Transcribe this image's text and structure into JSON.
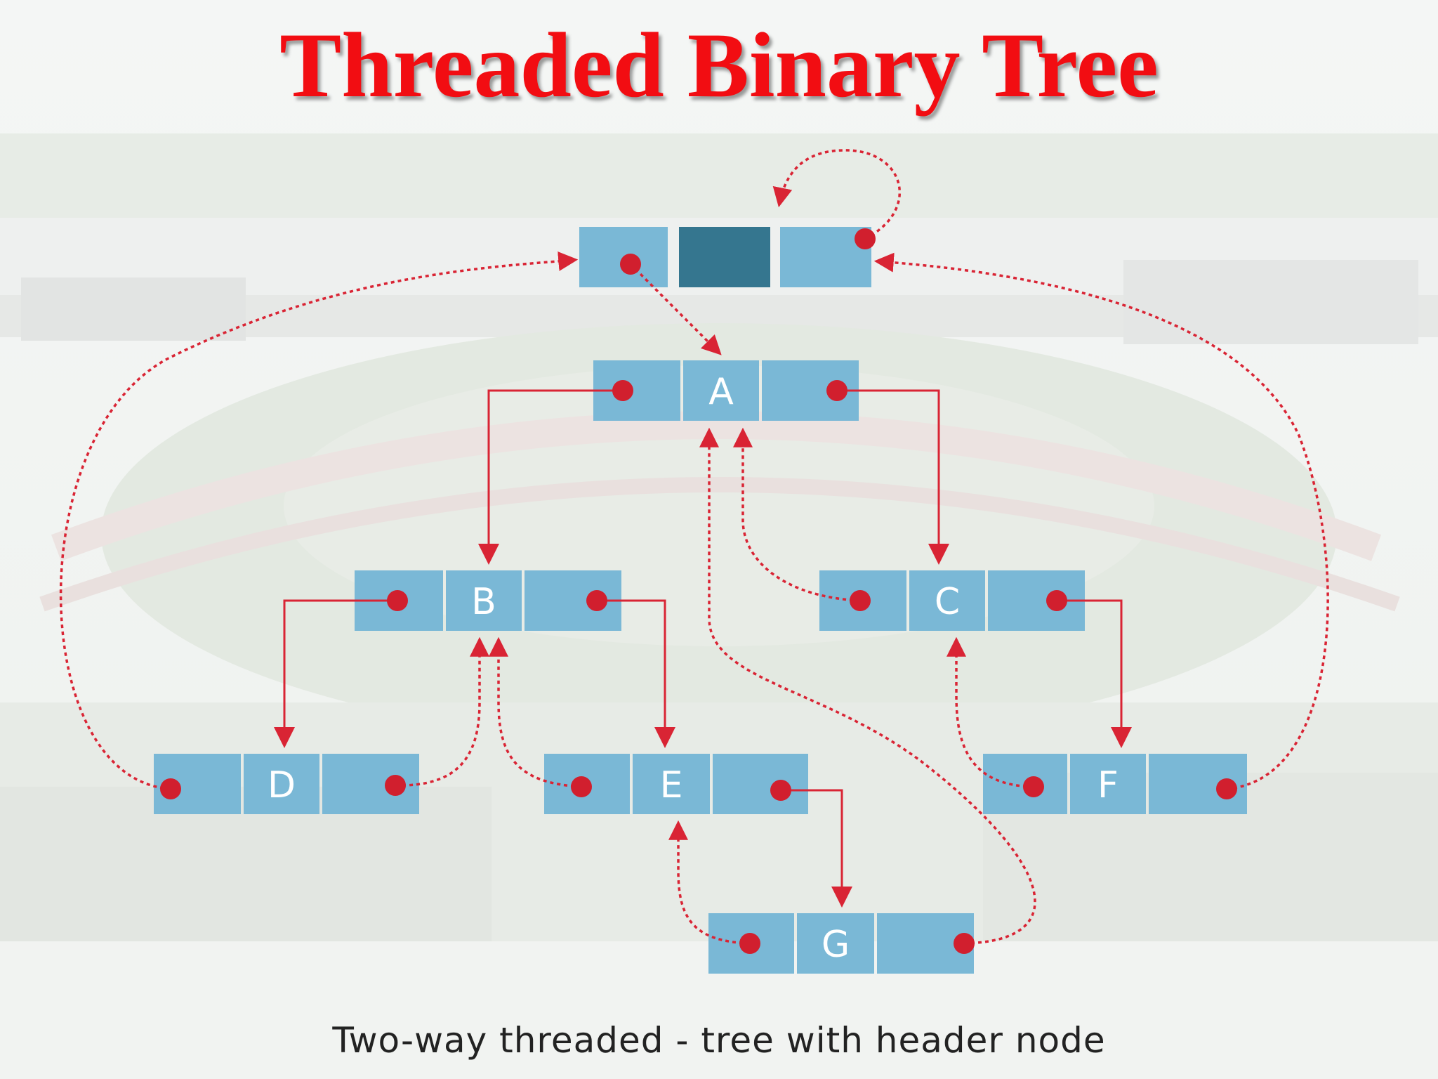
{
  "title": "Threaded Binary Tree",
  "caption": "Two-way threaded - tree with header node",
  "colors": {
    "title": "#f20d12",
    "cell": "#7ab8d6",
    "header_data_cell": "#35768f",
    "link": "#d92434",
    "dot": "#d11f2e"
  },
  "diagram": {
    "header_node": {
      "label": ""
    },
    "nodes": [
      {
        "id": "A",
        "label": "A",
        "left": "B",
        "right": "C"
      },
      {
        "id": "B",
        "label": "B",
        "left": "D",
        "right": "E"
      },
      {
        "id": "C",
        "label": "C",
        "left": "thread:A",
        "right": "F"
      },
      {
        "id": "D",
        "label": "D",
        "left": "thread:header",
        "right": "thread:B"
      },
      {
        "id": "E",
        "label": "E",
        "left": "thread:B",
        "right": "G"
      },
      {
        "id": "F",
        "label": "F",
        "left": "thread:C",
        "right": "thread:header"
      },
      {
        "id": "G",
        "label": "G",
        "left": "thread:E",
        "right": "thread:A"
      }
    ],
    "header_links": {
      "left": "A",
      "right": "thread:header"
    }
  }
}
